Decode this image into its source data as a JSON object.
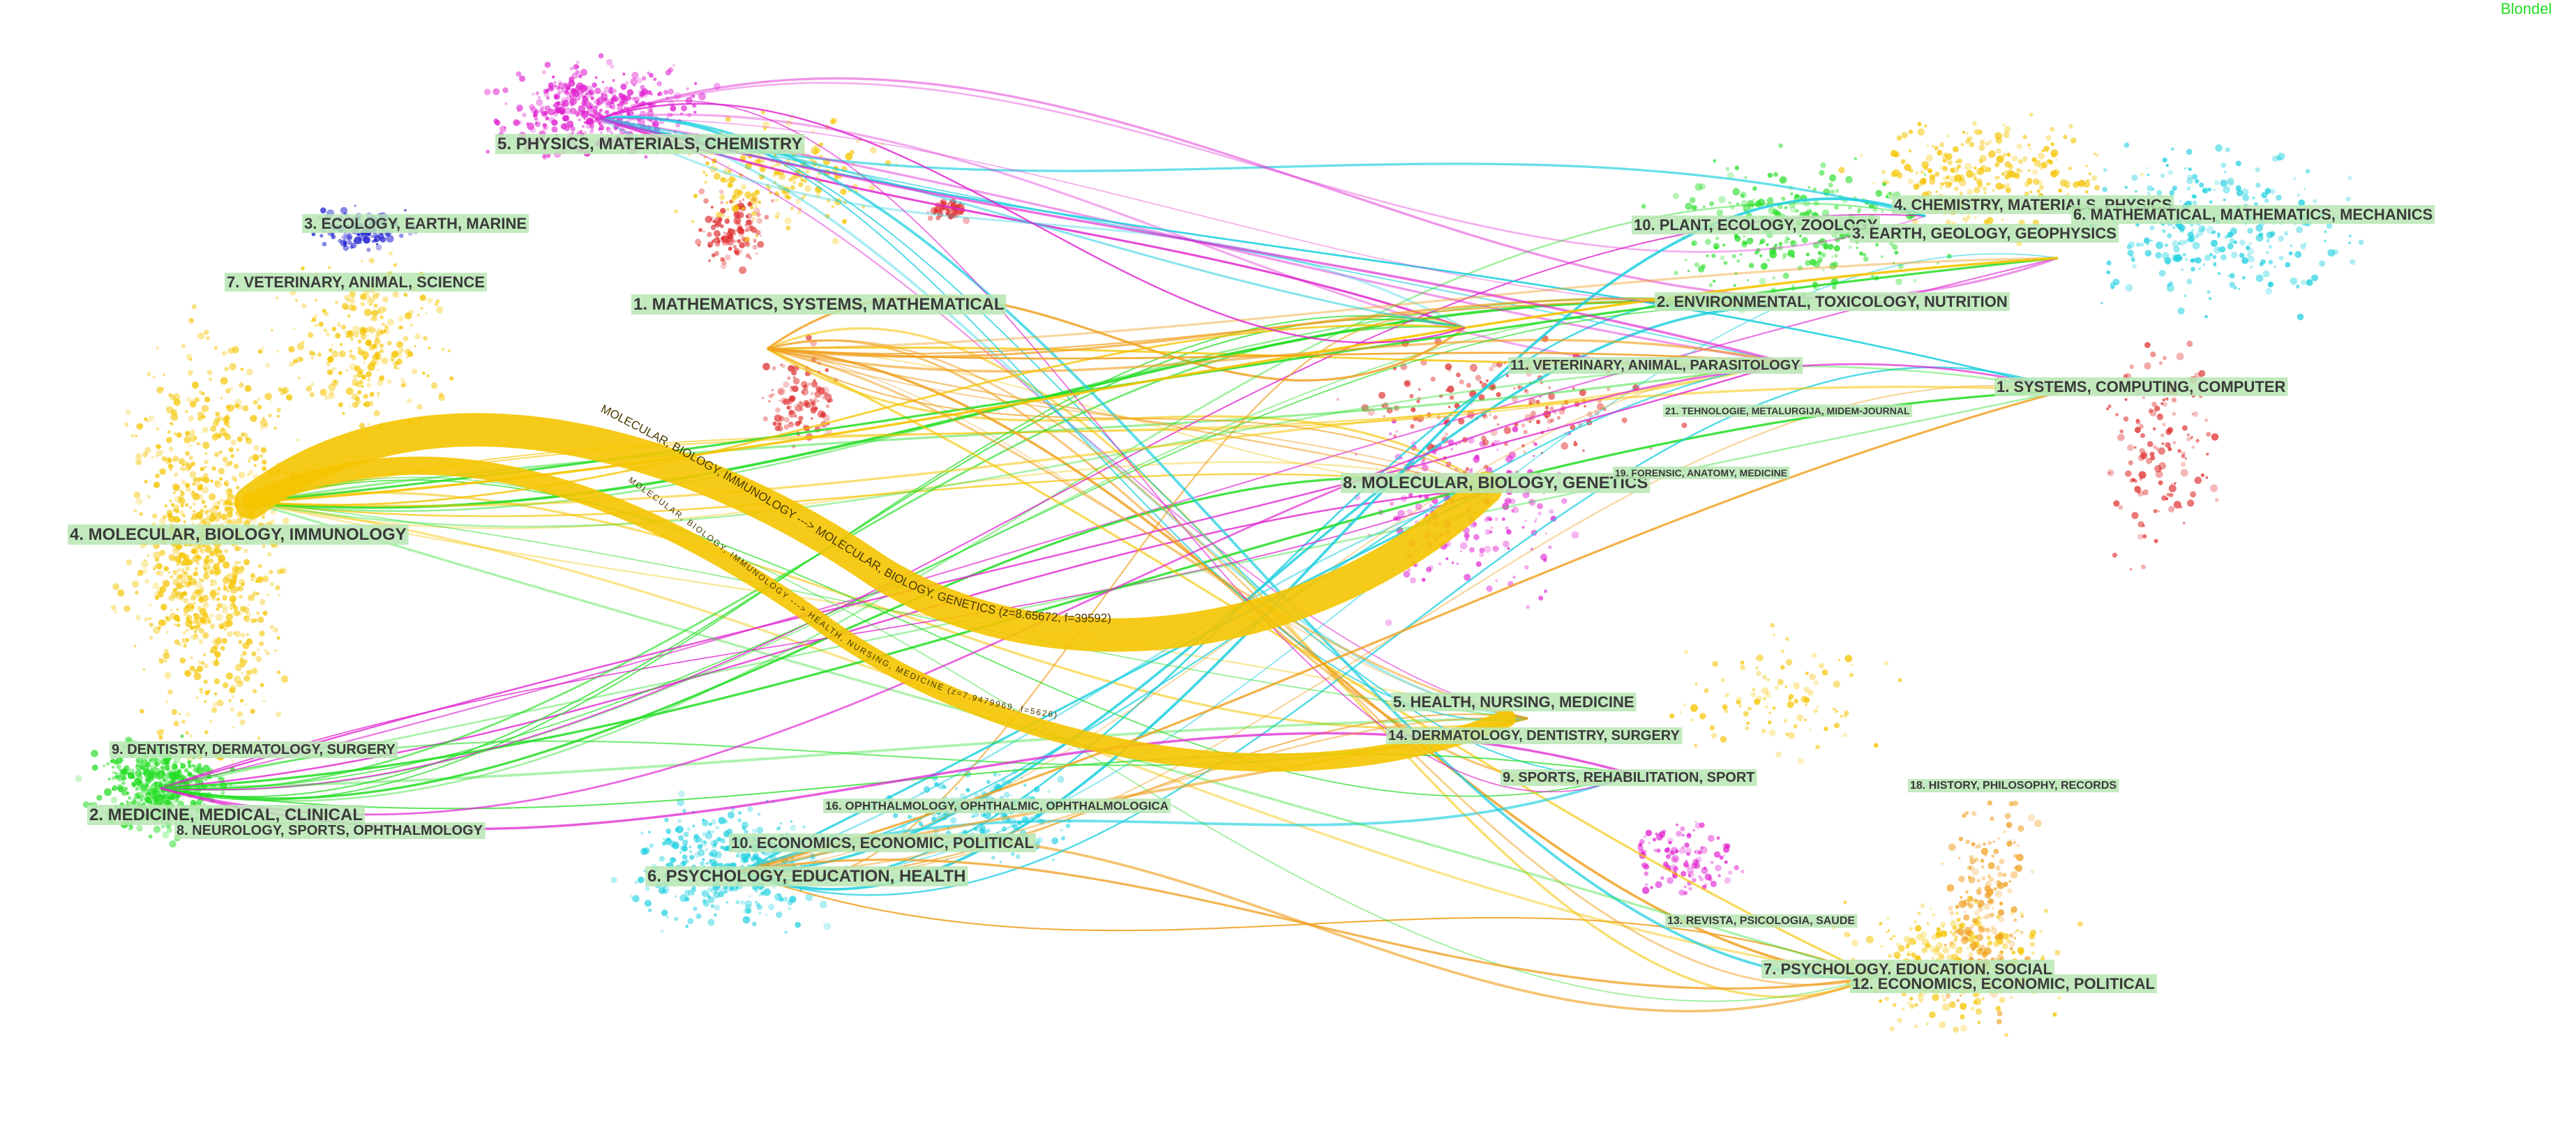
{
  "corner_label": "Blondel",
  "left_clusters": [
    "5. PHYSICS, MATERIALS, CHEMISTRY",
    "3. ECOLOGY, EARTH, MARINE",
    "7. VETERINARY, ANIMAL, SCIENCE",
    "1. MATHEMATICS, SYSTEMS, MATHEMATICAL",
    "4. MOLECULAR, BIOLOGY, IMMUNOLOGY",
    "9. DENTISTRY, DERMATOLOGY, SURGERY",
    "2. MEDICINE, MEDICAL, CLINICAL",
    "8. NEUROLOGY, SPORTS, OPHTHALMOLOGY",
    "10. ECONOMICS, ECONOMIC, POLITICAL",
    "6. PSYCHOLOGY, EDUCATION, HEALTH",
    "16. OPHTHALMOLOGY, OPHTHALMIC, OPHTHALMOLOGICA"
  ],
  "right_clusters": [
    "10. PLANT, ECOLOGY, ZOOLOGY",
    "4. CHEMISTRY, MATERIALS, PHYSICS",
    "6. MATHEMATICAL, MATHEMATICS, MECHANICS",
    "3. EARTH, GEOLOGY, GEOPHYSICS",
    "2. ENVIRONMENTAL, TOXICOLOGY, NUTRITION",
    "11. VETERINARY, ANIMAL, PARASITOLOGY",
    "21. TEHNOLOGIE, METALURGIJA, MIDEM-JOURNAL",
    "1. SYSTEMS, COMPUTING, COMPUTER",
    "8. MOLECULAR, BIOLOGY, GENETICS",
    "19. FORENSIC, ANATOMY, MEDICINE",
    "5. HEALTH, NURSING, MEDICINE",
    "14. DERMATOLOGY, DENTISTRY, SURGERY",
    "9. SPORTS, REHABILITATION, SPORT",
    "18. HISTORY, PHILOSOPHY, RECORDS",
    "13. REVISTA, PSICOLOGIA, SAUDE",
    "7. PSYCHOLOGY, EDUCATION, SOCIAL",
    "12. ECONOMICS, ECONOMIC, POLITICAL"
  ],
  "main_links": [
    "MOLECULAR, BIOLOGY, IMMUNOLOGY ---> MOLECULAR, BIOLOGY, GENETICS (z=8.65672, f=39592)",
    "MOLECULAR, BIOLOGY, IMMUNOLOGY ---> HEALTH, NURSING, MEDICINE (z=7.9479969, f=5626)"
  ],
  "colors": {
    "yellow": "#f5c400",
    "green": "#22dd22",
    "magenta": "#e020d0",
    "cyan": "#20d0e0",
    "orange": "#f0a020",
    "red": "#e03030",
    "blue": "#2020d0",
    "label_bg": "#b9e6b4",
    "label_text": "#3a3a3a"
  }
}
